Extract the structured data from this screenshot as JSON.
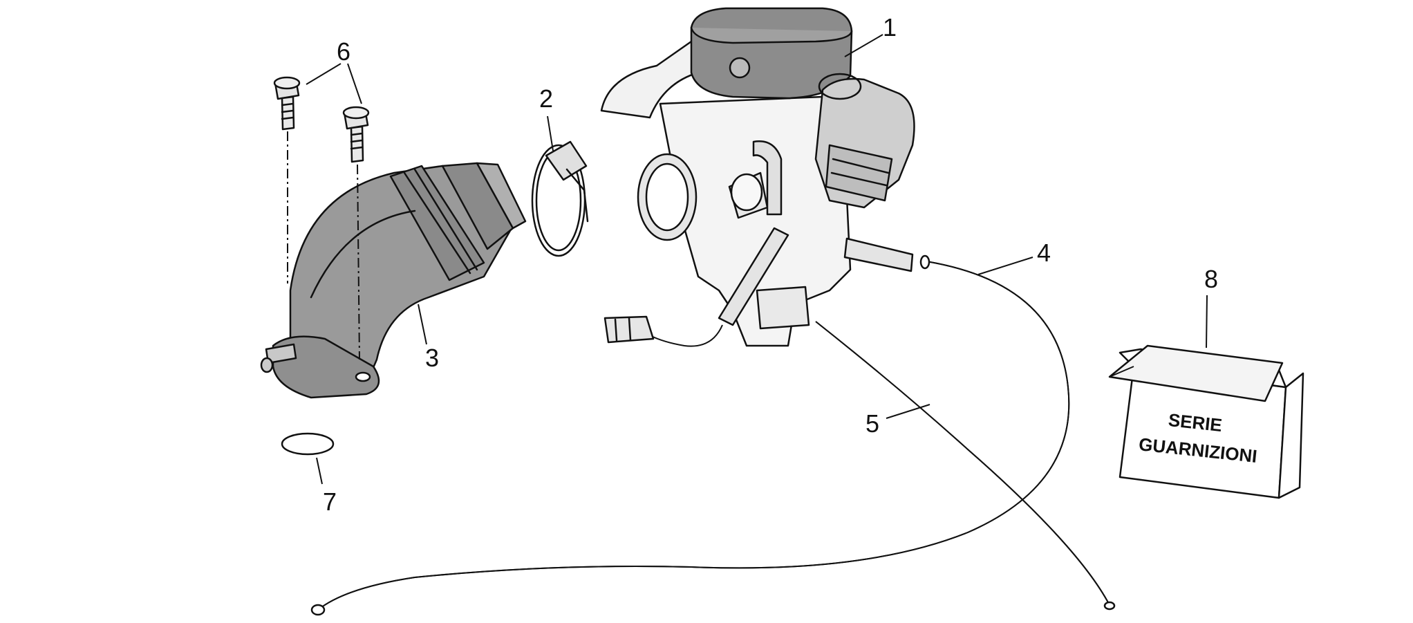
{
  "callouts": [
    "1",
    "2",
    "3",
    "4",
    "5",
    "6",
    "7",
    "8"
  ],
  "gasket_kit": {
    "line1": "SERIE",
    "line2": "GUARNIZIONI"
  },
  "colors": {
    "ink": "#111111",
    "part_grey": "#9a9a9a",
    "part_dark": "#7f7f7f",
    "background": "#ffffff"
  }
}
